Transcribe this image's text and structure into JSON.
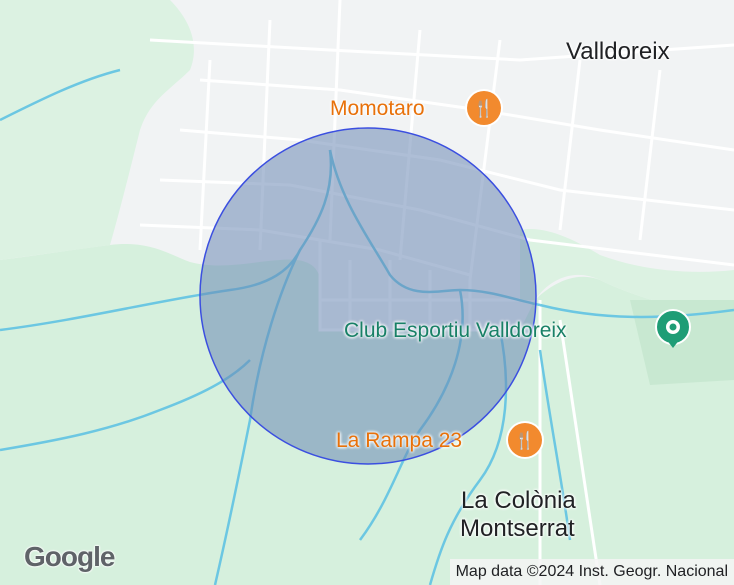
{
  "map": {
    "colors": {
      "land": "#f1f3f4",
      "park": "#cdeed8",
      "forest": "#dff3e5",
      "road": "#ffffff",
      "water": "#61c8e6",
      "circle_fill": "#6b88b5",
      "circle_stroke": "#3b4fe0",
      "poi_food": "#f28a2e",
      "poi_sport": "#1f9d76"
    },
    "labels": {
      "valldoreix": "Valldoreix",
      "colonia_line1": "La Colònia",
      "colonia_line2": "Montserrat"
    },
    "pois": [
      {
        "name": "Momotaro",
        "icon": "restaurant-icon",
        "color": "#e8710a"
      },
      {
        "name": "Club Esportiu Valldoreix",
        "icon": "sport-icon",
        "color": "#188066"
      },
      {
        "name": "La Rampa 23",
        "icon": "restaurant-icon",
        "color": "#e8710a"
      }
    ],
    "overlay": {
      "shape": "circle"
    },
    "google_logo": "Google",
    "attribution": "Map data ©2024 Inst. Geogr. Nacional"
  }
}
